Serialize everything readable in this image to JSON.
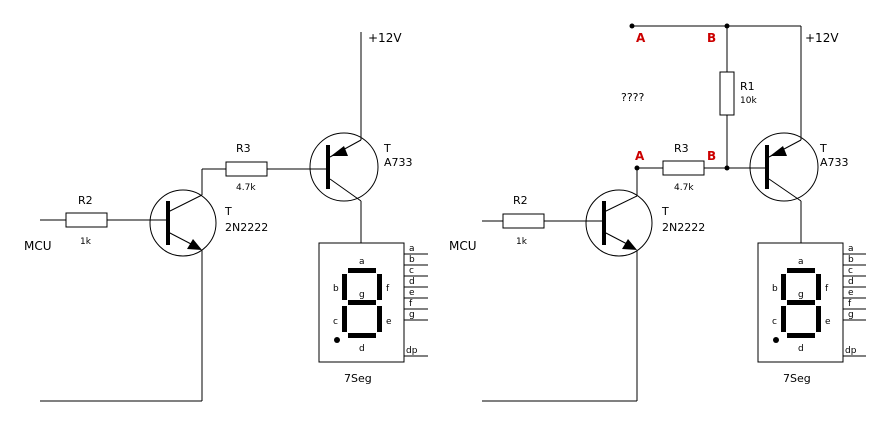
{
  "circuits": [
    {
      "supply": "+12V",
      "mcu": "MCU",
      "r2": {
        "name": "R2",
        "value": "1k"
      },
      "r3": {
        "name": "R3",
        "value": "4.7k"
      },
      "q1": {
        "name": "T",
        "model": "2N2222"
      },
      "q2": {
        "name": "T",
        "model": "A733"
      },
      "display": {
        "label": "7Seg",
        "pins": [
          "a",
          "b",
          "c",
          "d",
          "e",
          "f",
          "g",
          "dp"
        ],
        "segments": [
          "a",
          "b",
          "c",
          "d",
          "e",
          "f",
          "g"
        ]
      }
    },
    {
      "supply": "+12V",
      "mcu": "MCU",
      "question": "????",
      "r1": {
        "name": "R1",
        "value": "10k"
      },
      "r2": {
        "name": "R2",
        "value": "1k"
      },
      "r3": {
        "name": "R3",
        "value": "4.7k"
      },
      "q1": {
        "name": "T",
        "model": "2N2222"
      },
      "q2": {
        "name": "T",
        "model": "A733"
      },
      "nodes": {
        "a_top": "A",
        "b_top": "B",
        "a_mid": "A",
        "b_mid": "B"
      },
      "display": {
        "label": "7Seg",
        "pins": [
          "a",
          "b",
          "c",
          "d",
          "e",
          "f",
          "g",
          "dp"
        ],
        "segments": [
          "a",
          "b",
          "c",
          "d",
          "e",
          "f",
          "g"
        ]
      }
    }
  ],
  "colors": {
    "node_label": "#cc0000",
    "wire": "#000000"
  }
}
